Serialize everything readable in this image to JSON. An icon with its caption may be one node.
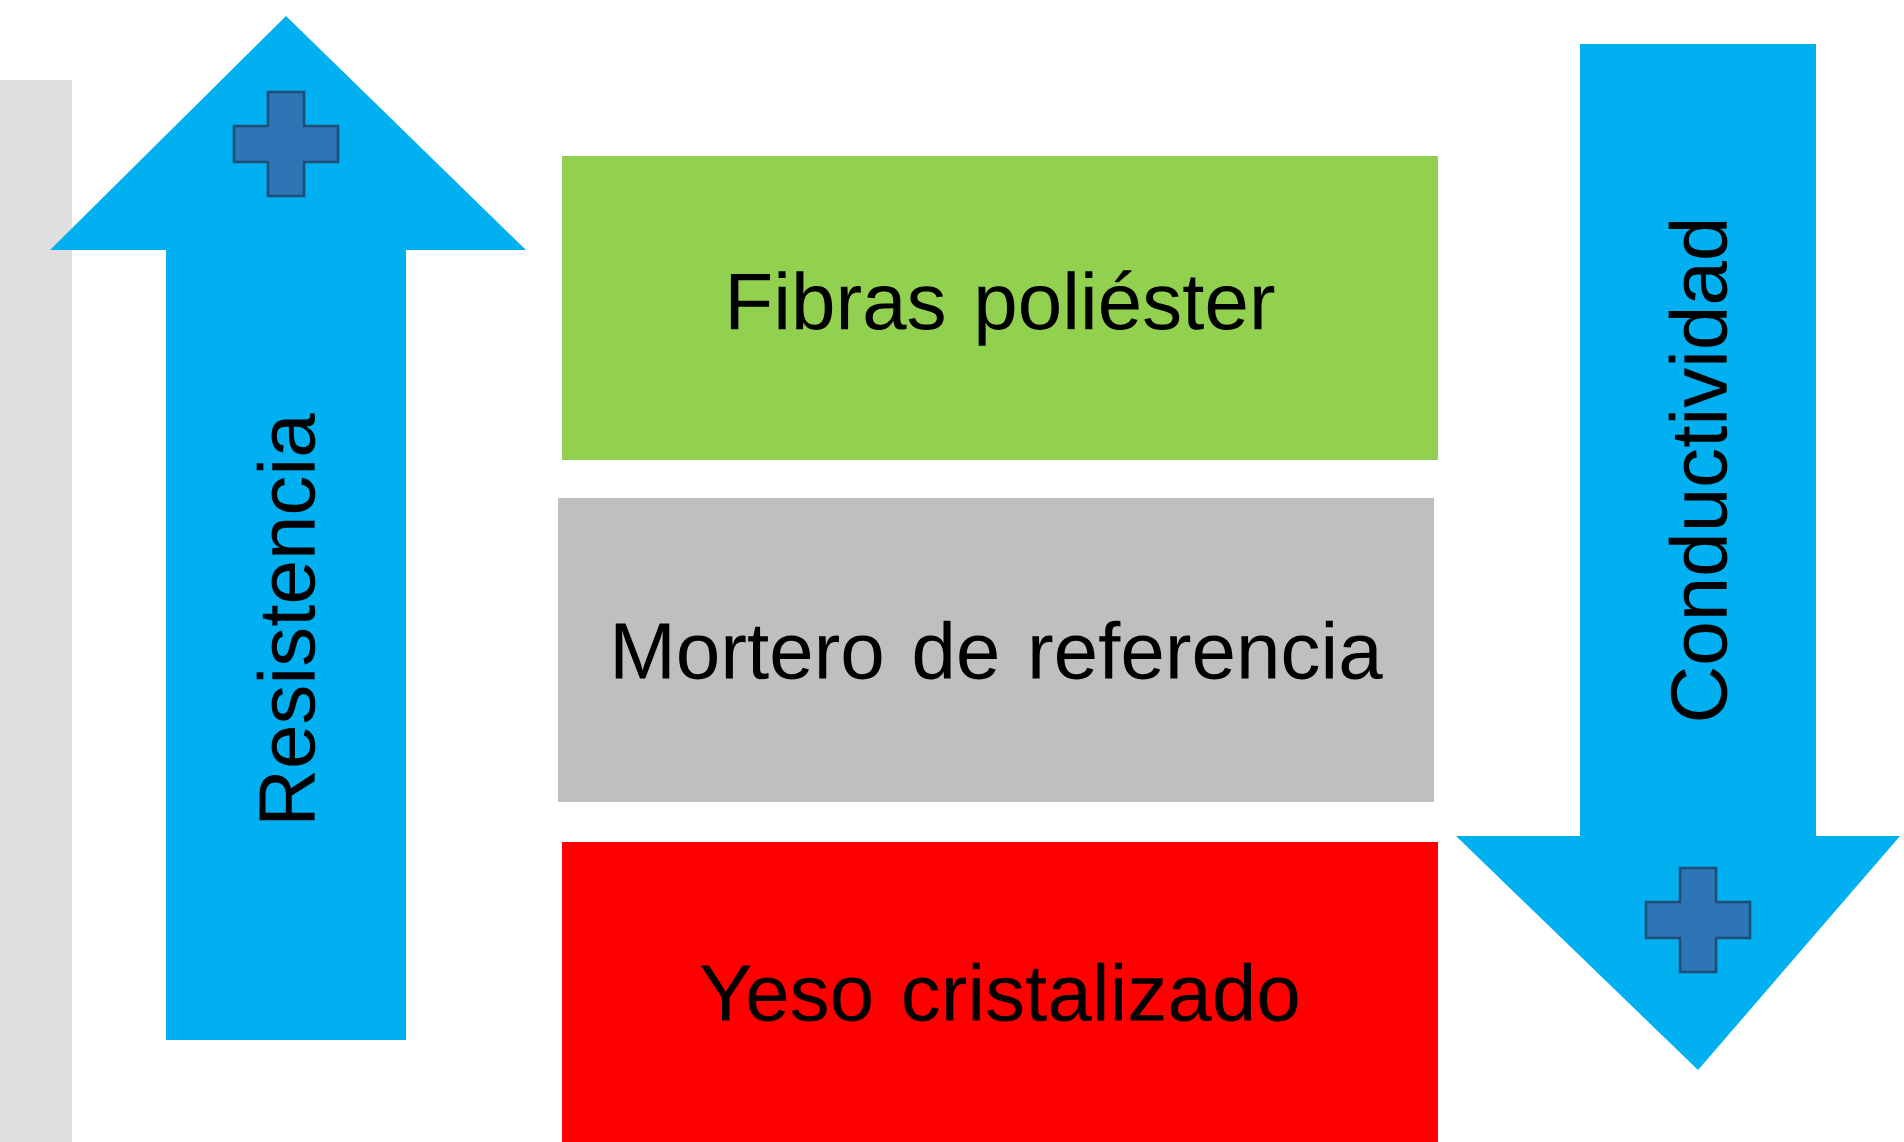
{
  "diagram": {
    "nodes": [
      {
        "text": [
          "Resistencia"
        ]
      },
      {
        "text": [
          "Fibras poliéster"
        ]
      },
      {
        "text": [
          "Mortero de referencia"
        ]
      },
      {
        "text": [
          "Yeso cristalizado"
        ]
      },
      {
        "text": [
          "Conductividad"
        ]
      }
    ]
  }
}
